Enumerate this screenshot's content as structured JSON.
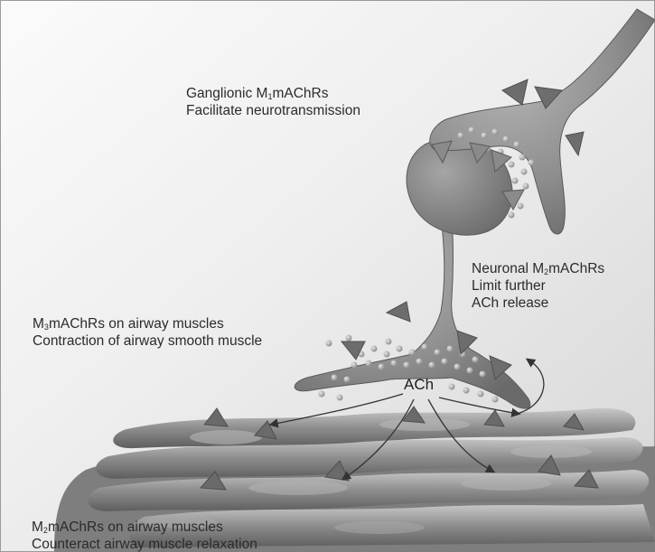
{
  "labels": {
    "ganglionic": {
      "line1": {
        "pre": "Ganglionic M",
        "sub": "1",
        "post": "mAChRs"
      },
      "line2": "Facilitate neurotransmission"
    },
    "neuronal": {
      "line1": {
        "pre": "Neuronal M",
        "sub": "2",
        "post": "mAChRs"
      },
      "line2": "Limit further",
      "line3": "ACh release"
    },
    "m3": {
      "line1": {
        "pre": "M",
        "sub": "3",
        "post": "mAChRs on airway muscles"
      },
      "line2": "Contraction of airway smooth muscle"
    },
    "m2": {
      "line1": {
        "pre": "M",
        "sub": "2",
        "post": "mAChRs on airway muscles"
      },
      "line2": "Counteract airway muscle relaxation"
    },
    "ach": "ACh"
  },
  "icons": {
    "receptor": "triangle-receptor-icon",
    "vesicle": "ach-vesicle-dot-icon",
    "feedback": "curved-feedback-arrow-icon"
  }
}
